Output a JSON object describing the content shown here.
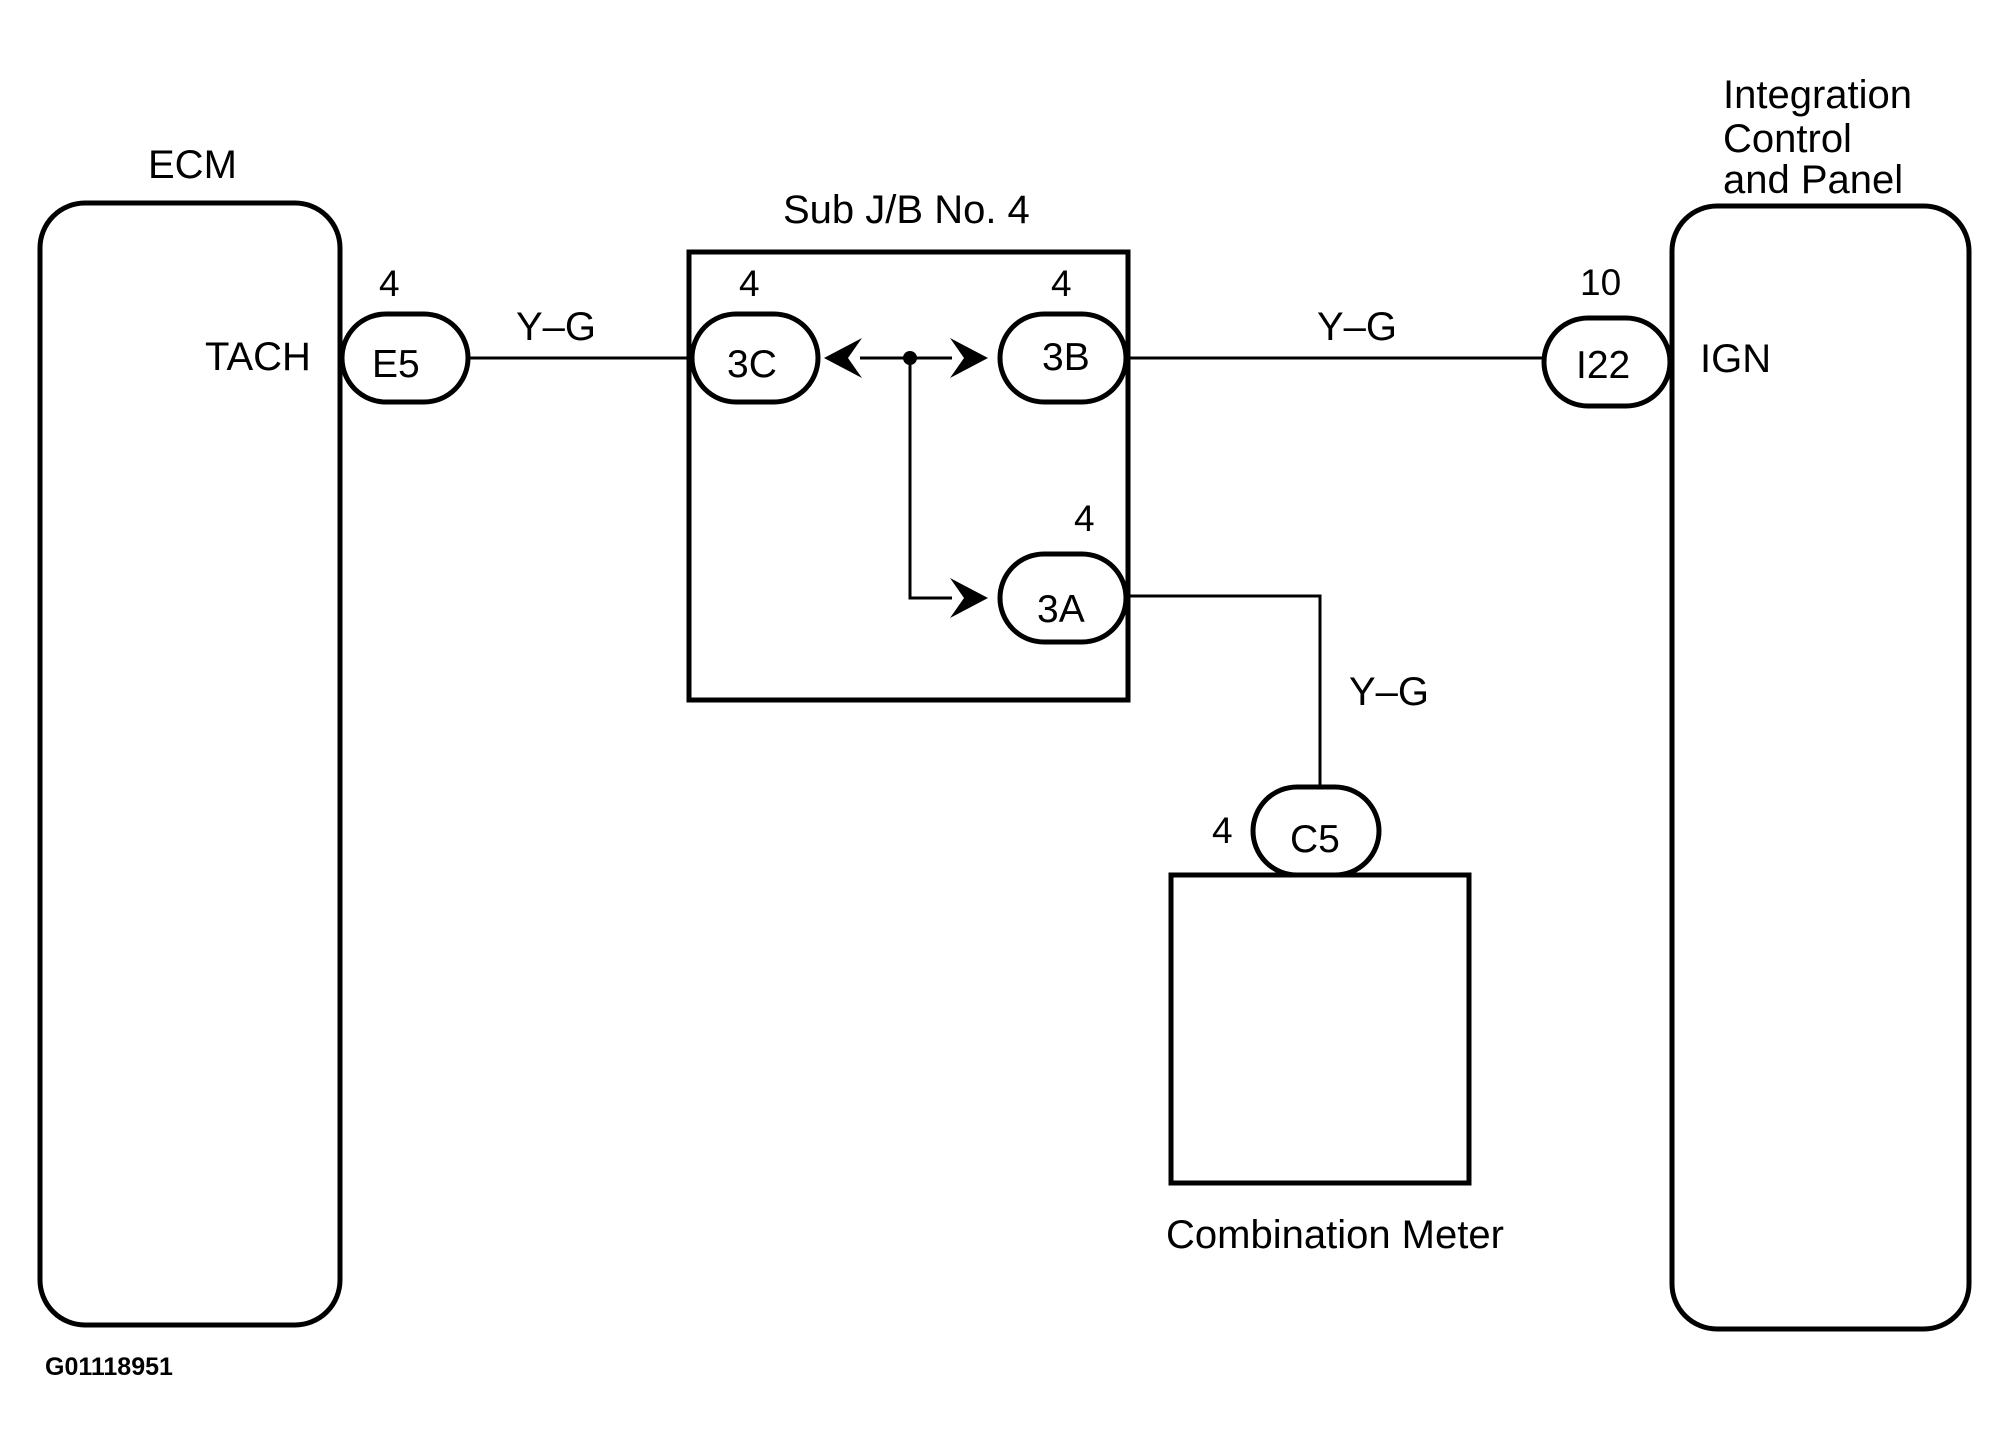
{
  "components": {
    "ecm": {
      "label": "ECM",
      "terminal": "TACH"
    },
    "icp": {
      "label_lines": [
        "Integration",
        "Control",
        "and Panel"
      ],
      "terminal": "IGN"
    },
    "junction_block": {
      "label": "Sub J/B No. 4"
    },
    "combination_meter": {
      "label": "Combination Meter"
    }
  },
  "connectors": {
    "e5": {
      "id": "E5",
      "pin": "4"
    },
    "c3c": {
      "id": "3C",
      "pin": "4"
    },
    "c3b": {
      "id": "3B",
      "pin": "4"
    },
    "c3a": {
      "id": "3A",
      "pin": "4"
    },
    "i22": {
      "id": "I22",
      "pin": "10"
    },
    "c5": {
      "id": "C5",
      "pin": "4"
    }
  },
  "wires": {
    "ecm_to_jb": "Y–G",
    "jb_to_icp": "Y–G",
    "jb_to_meter": "Y–G"
  },
  "figure_id": "G01118951"
}
